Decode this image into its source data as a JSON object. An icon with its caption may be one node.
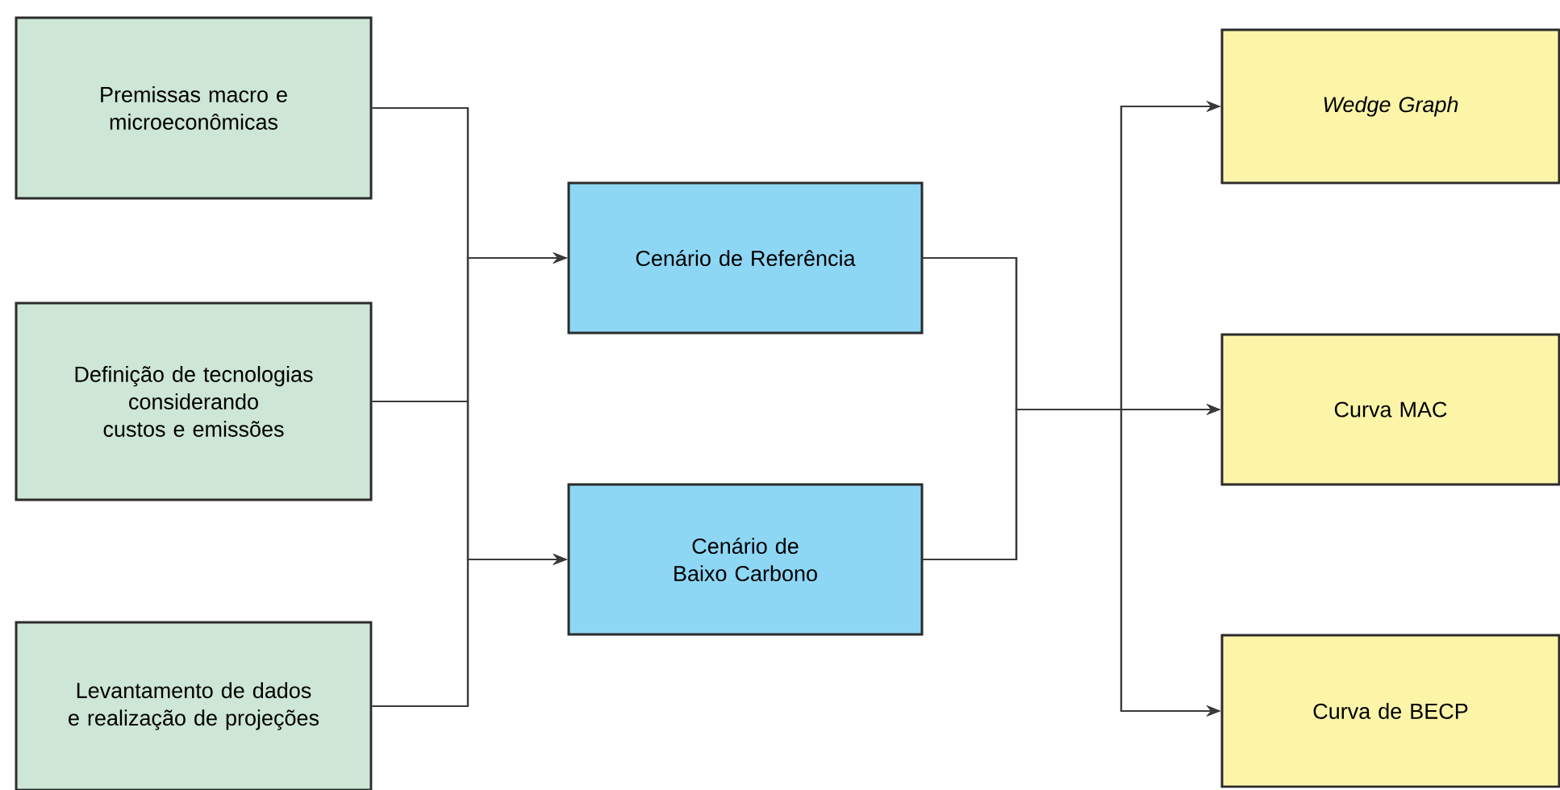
{
  "diagram": {
    "nodes": [
      {
        "text": [
          "Premissas macro e microeconômicas"
        ]
      },
      {
        "text": [
          "Definição de tecnologias considerando custos e emissões"
        ]
      },
      {
        "text": [
          "Levantamento de dados e realização de projeções"
        ]
      },
      {
        "text": [
          "Cenário de Referência"
        ]
      },
      {
        "text": [
          "Cenário de Baixo Carbono"
        ]
      },
      {
        "text": [
          "Wedge Graph"
        ]
      },
      {
        "text": [
          "Curva MAC"
        ]
      },
      {
        "text": [
          "Curva de BECP"
        ]
      }
    ],
    "edges": [
      {
        "from": 0,
        "to": 3,
        "arrow": "to"
      },
      {
        "from": 0,
        "to": 4,
        "arrow": "to"
      },
      {
        "from": 1,
        "to": 3,
        "arrow": "to"
      },
      {
        "from": 1,
        "to": 4,
        "arrow": "to"
      },
      {
        "from": 2,
        "to": 3,
        "arrow": "to"
      },
      {
        "from": 2,
        "to": 4,
        "arrow": "to"
      },
      {
        "from": 3,
        "to": 5,
        "arrow": "to"
      },
      {
        "from": 3,
        "to": 6,
        "arrow": "to"
      },
      {
        "from": 3,
        "to": 7,
        "arrow": "to"
      },
      {
        "from": 4,
        "to": 5,
        "arrow": "to"
      },
      {
        "from": 4,
        "to": 6,
        "arrow": "to"
      },
      {
        "from": 4,
        "to": 7,
        "arrow": "to"
      }
    ]
  }
}
